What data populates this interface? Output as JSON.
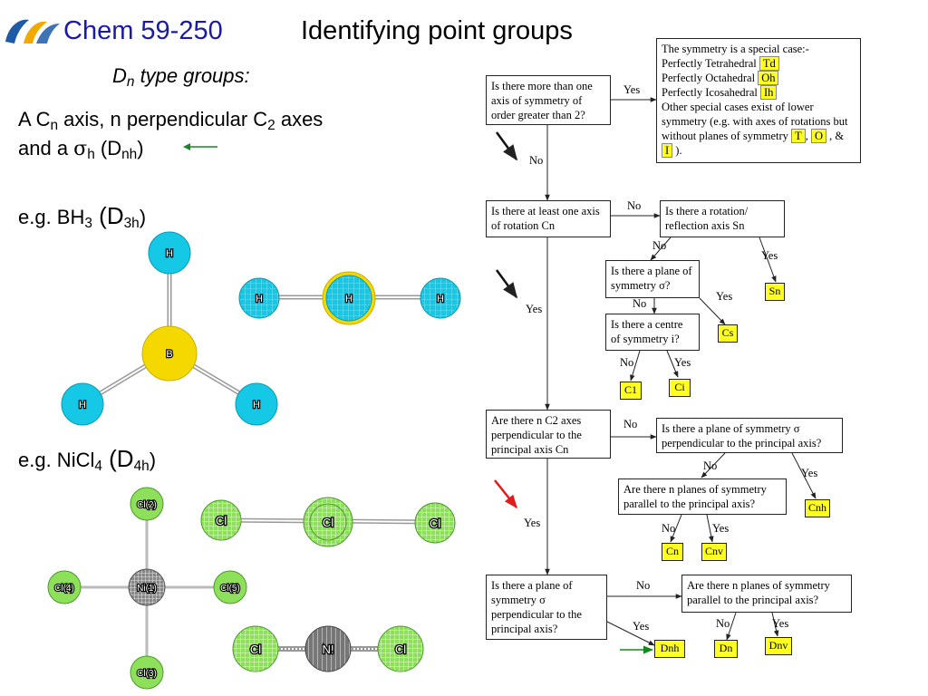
{
  "header": {
    "course": "Chem 59-250",
    "title": "Identifying point groups",
    "subtitle": "D",
    "subtitle_n": "n",
    "subtitle_rest": " type groups:"
  },
  "left": {
    "line1_a": "A C",
    "line1_n": "n",
    "line1_b": " axis, n perpendicular C",
    "line1_2": "2",
    "line1_c": " axes",
    "line2_a": "and a ",
    "line2_sigma": "σ",
    "line2_h": "h",
    "line2_b": " (D",
    "line2_nh": "nh",
    "line2_c": ")",
    "eg1_a": "e.g. BH",
    "eg1_3": "3",
    "eg1_b": " (D",
    "eg1_3h": "3h",
    "eg1_c": ")",
    "eg2_a": "e.g. NiCl",
    "eg2_4": "4",
    "eg2_b": " (D",
    "eg2_4h": "4h",
    "eg2_c": ")"
  },
  "molecules": {
    "bh3_top": {
      "h_top": "H",
      "b": "B",
      "h_left": "H",
      "h_right": "H"
    },
    "bh3_side": {
      "h_left": "H",
      "h_mid": "H",
      "h_right": "H"
    },
    "nicl4_top": {
      "cl_top": "Cl(2)",
      "cl_left": "Cl(4)",
      "ni": "Ni(1)",
      "cl_right": "Cl(5)",
      "cl_bottom": "Cl(3)"
    },
    "nicl4_side1": {
      "cl_left": "Cl",
      "cl_mid": "Cl",
      "cl_right": "Cl"
    },
    "nicl4_side2": {
      "cl_left": "Cl",
      "ni_mid": "N!",
      "cl_right": "Cl"
    }
  },
  "flowchart": {
    "q1": "Is there more than one axis of symmetry of order greater than 2?",
    "special": {
      "line1": "The symmetry is a special case:-",
      "line2": "Perfectly Tetrahedral",
      "td": "Td",
      "line3": "Perfectly Octahedral",
      "oh": "Oh",
      "line4": "Perfectly Icosahedral",
      "ih": "Ih",
      "line5": "Other special cases exist of lower symmetry (e.g. with axes of rotations but without planes of symmetry",
      "t": "T",
      "comma": ",",
      "o": "O",
      "amp": ", &",
      "i": "I",
      "end": ")."
    },
    "q2": "Is there at least one axis of rotation Cn",
    "q3": "Is there a rotation/ reflection axis Sn",
    "q4": "Is there a plane of symmetry σ?",
    "q5": "Is there a centre of symmetry i?",
    "q6": "Are there n C2 axes perpendicular to the principal axis Cn",
    "q7": "Is there a plane of symmetry σ perpendicular to the principal axis?",
    "q8": "Are there n planes of symmetry parallel to the principal axis?",
    "q9": "Is there a plane of symmetry σ perpendicular to the principal axis?",
    "q10": "Are there n planes of symmetry parallel to the principal axis?",
    "results": {
      "sn": "Sn",
      "cs": "Cs",
      "c1": "C1",
      "ci": "Ci",
      "cnh": "Cnh",
      "cn": "Cn",
      "cnv": "Cnv",
      "dnh": "Dnh",
      "dn": "Dn",
      "dnv": "Dnv"
    },
    "labels": {
      "yes": "Yes",
      "no": "No"
    }
  },
  "colors": {
    "accent_blue": "#1a1aa8",
    "hydrogen": "#14c8e6",
    "boron": "#f5d800",
    "chlorine": "#8ee05a",
    "nickel": "#888888",
    "result_fill": "#ffff22",
    "arrow_green": "#138a1b",
    "arrow_red": "#e11b1b"
  }
}
